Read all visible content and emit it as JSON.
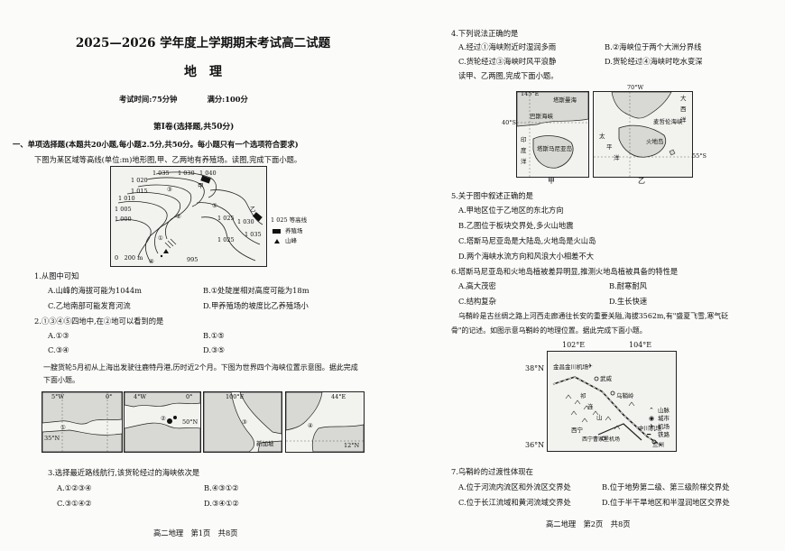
{
  "page1": {
    "title": "2025—2026 学年度上学期期末考试高二试题",
    "subject": "地　理",
    "exam_info": "考试时间:75分钟　　　　满分:100分",
    "part1": "第Ⅰ卷(选择题,共50分)",
    "section1": "一、单项选择题(本题共20小题,每小题2.5分,共50分。每小题只有一个选项符合要求)",
    "intro1": "下图为某区域等高线(单位:m)地形图,甲、乙两地有养殖场。读图,完成下面小题。",
    "map1": {
      "contours": [
        "1 035",
        "1 030",
        "1 040",
        "1 020",
        "1 015",
        "1 010",
        "1 005",
        "1 000",
        "1 025",
        "1 030",
        "1 025",
        "1 035",
        "995"
      ],
      "marks": [
        "②",
        "③",
        "④",
        "⑤",
        "①",
        "甲",
        "乙"
      ],
      "scale": "0　200 m",
      "legend": [
        "1 025 等高线",
        "养殖场",
        "山峰"
      ]
    },
    "q1": {
      "stem": "1.从图中可知",
      "A": "A.山峰的海拔可能为1044m",
      "B": "B.①处陡崖相对高度可能为18m",
      "C": "C.乙地南部可能发育河流",
      "D": "D.甲养殖场的坡度比乙养殖场小"
    },
    "q2": {
      "stem": "2.①③④⑤四地中,在②地可以看到的是",
      "A": "A.①③",
      "B": "B.①⑤",
      "C": "C.③④",
      "D": "D.③⑤"
    },
    "intro2": "一艘货轮5月初从上海出发驶往鹿特丹港,历时近2个月。下图为世界四个海峡位置示意图。据此完成下面小题。",
    "straits": [
      {
        "num": "①",
        "lon1": "5°W",
        "lon2": "0°",
        "lat": "35°N"
      },
      {
        "num": "②",
        "lon1": "4°W",
        "lon2": "0°",
        "lat": "50°N"
      },
      {
        "num": "③",
        "lon1": "100°E",
        "lat": "",
        "city": "新加坡"
      },
      {
        "num": "④",
        "lon1": "44°E",
        "lat": "12°N"
      }
    ],
    "q3": {
      "stem": "3.选择最近路线航行,该货轮经过的海峡依次是",
      "A": "A.①②③④",
      "B": "B.④③①②",
      "C": "C.③①④②",
      "D": "D.③④①②"
    },
    "footer": "高二地理　第1页　共8页"
  },
  "page2": {
    "q4": {
      "stem": "4.下列说法正确的是",
      "A": "A.经过①海峡附近时湿润多雨",
      "B": "B.②海峡位于两个大洲分界线",
      "C": "C.货轮经过③海峡时风平浪静",
      "D": "D.货轮经过④海峡时吃水变深"
    },
    "intro3": "读甲、乙两图,完成下面小题。",
    "mapA": {
      "lon": "145°E",
      "lat": "40°S",
      "labels": [
        "塔斯曼海",
        "巴斯海峡",
        "印",
        "度",
        "洋",
        "塔斯马尼亚岛"
      ],
      "caption": "甲"
    },
    "mapB": {
      "lon": "70°W",
      "lat": "55°S",
      "labels": [
        "大",
        "西",
        "洋",
        "麦哲伦海峡",
        "太",
        "平",
        "洋",
        "火地岛"
      ],
      "caption": "乙"
    },
    "q5": {
      "stem": "5.关于图中叙述正确的是",
      "A": "A.甲地区位于乙地区的东北方向",
      "B": "B.乙图位于板块交界处,多火山地震",
      "C": "C.塔斯马尼亚岛是大陆岛,火地岛是火山岛",
      "D": "D.两个海峡水流方向和风浪大小相差不大"
    },
    "q6": {
      "stem": "6.塔斯马尼亚岛和火地岛植被差异明显,推测火地岛植被具备的特性是",
      "A": "A.高大茂密",
      "B": "B.耐寒耐风",
      "C": "C.结构复杂",
      "D": "D.生长快速"
    },
    "intro4a": "乌鞘岭是古丝绸之路上河西走廊通往长安的重要关隘,海拔3562m,有\"盛夏飞雪,寒气砭",
    "intro4b": "骨\"的记述。如图示意乌鞘岭的地理位置。据此完成下面小题。",
    "mapC": {
      "lon1": "102°E",
      "lon2": "104°E",
      "lat1": "38°N",
      "lat2": "36°N",
      "places": [
        "金昌金川机场",
        "武威",
        "乌鞘岭",
        "祁",
        "连",
        "山",
        "西宁",
        "西宁曹家堡机场",
        "中川机场",
        "兰州"
      ],
      "legend": [
        "山脉",
        "城市",
        "机场",
        "铁路"
      ]
    },
    "q7": {
      "stem": "7.乌鞘岭的过渡性体现在",
      "A": "A.位于河流内流区和外流区交界处",
      "B": "B.位于地势第二级、第三级阶梯交界处",
      "C": "C.位于长江流域和黄河流域交界处",
      "D": "D.位于半干旱地区和半湿润地区交界处"
    },
    "footer": "高二地理　第2页　共8页"
  },
  "colors": {
    "ink": "#111111",
    "paper": "#fbfbfa",
    "mapfill": "#f2f2ef",
    "land": "#d8d8d4"
  }
}
